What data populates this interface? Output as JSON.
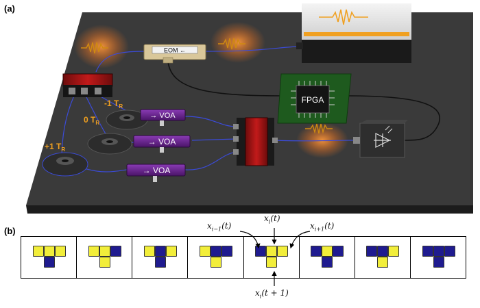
{
  "panel_a": {
    "label": "(a)",
    "eom_label": "EOM ←",
    "fpga_label": "FPGA",
    "voa_labels": [
      "→ VOA",
      "→ VOA",
      "→ VOA"
    ],
    "delay_labels": [
      "-1 T",
      "0 T",
      "+1 T"
    ],
    "delay_subscript": "R"
  },
  "panel_b": {
    "label": "(b)",
    "labels": {
      "x_i_minus_1_t": "x",
      "x_i_minus_1_t_sub": "i−1",
      "x_i_minus_1_t_arg": "(t)",
      "x_i_t": "x",
      "x_i_t_sub": "i",
      "x_i_t_arg": "(t)",
      "x_i_plus_1_t": "x",
      "x_i_plus_1_t_sub": "i+1",
      "x_i_plus_1_t_arg": "(t)",
      "x_i_t_plus_1": "x",
      "x_i_t_plus_1_sub": "i",
      "x_i_t_plus_1_arg": "(t + 1)"
    },
    "colors": {
      "on": "#f2ee3a",
      "off": "#1f1b8f"
    },
    "cells": [
      {
        "top": [
          1,
          1,
          1
        ],
        "bottom": 0
      },
      {
        "top": [
          1,
          1,
          0
        ],
        "bottom": 1
      },
      {
        "top": [
          1,
          0,
          1
        ],
        "bottom": 0
      },
      {
        "top": [
          1,
          0,
          0
        ],
        "bottom": 1
      },
      {
        "top": [
          0,
          1,
          1
        ],
        "bottom": 1
      },
      {
        "top": [
          0,
          1,
          0
        ],
        "bottom": 0
      },
      {
        "top": [
          0,
          0,
          1
        ],
        "bottom": 1
      },
      {
        "top": [
          0,
          0,
          0
        ],
        "bottom": 0
      }
    ]
  }
}
